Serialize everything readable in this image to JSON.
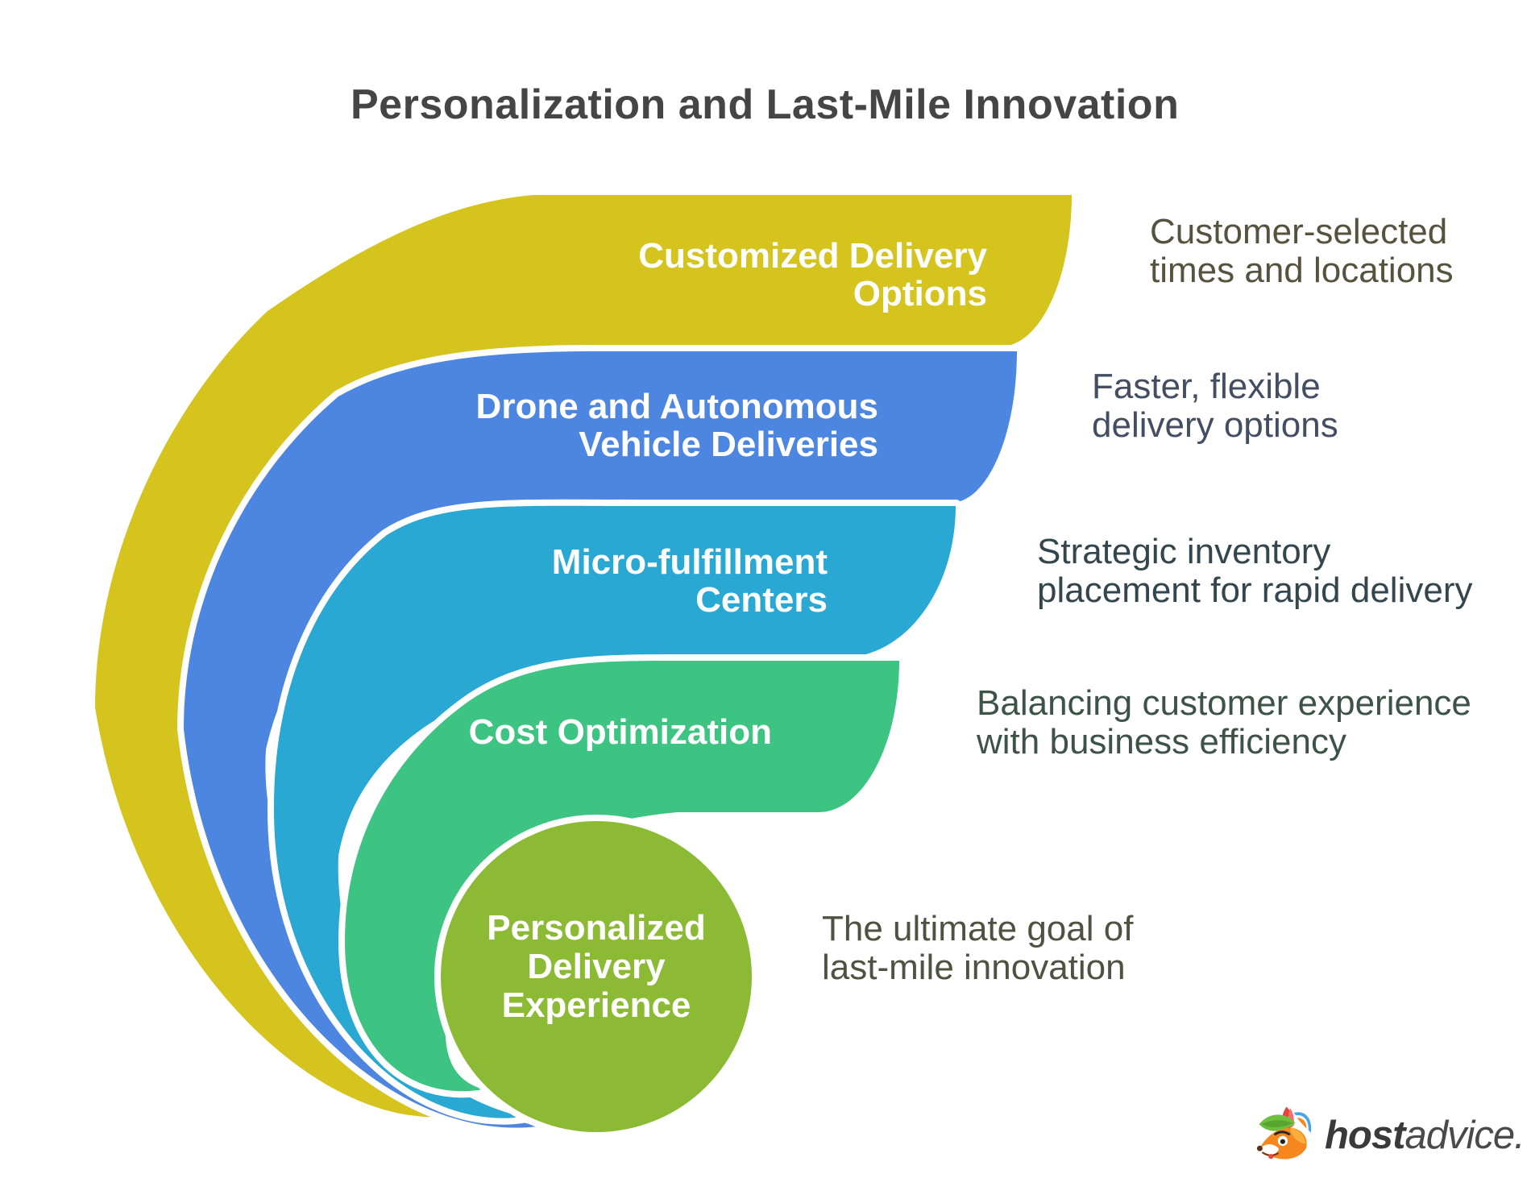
{
  "title": {
    "text": "Personalization and Last-Mile Innovation",
    "color": "#454545"
  },
  "items": [
    {
      "id": "customized-delivery-options",
      "label_lines": [
        "Customized Delivery",
        "Options"
      ],
      "desc_lines": [
        "Customer-selected",
        "times and locations"
      ],
      "color": "#d5c31e",
      "desc_color": "#55523e"
    },
    {
      "id": "drone-autonomous-deliveries",
      "label_lines": [
        "Drone and Autonomous",
        "Vehicle Deliveries"
      ],
      "desc_lines": [
        "Faster, flexible",
        "delivery options"
      ],
      "color": "#4d86e1",
      "desc_color": "#434e63"
    },
    {
      "id": "micro-fulfillment-centers",
      "label_lines": [
        "Micro-fulfillment",
        "Centers"
      ],
      "desc_lines": [
        "Strategic inventory",
        "placement for rapid delivery"
      ],
      "color": "#29a8d3",
      "desc_color": "#33464e"
    },
    {
      "id": "cost-optimization",
      "label_lines": [
        "Cost Optimization"
      ],
      "desc_lines": [
        "Balancing customer experience",
        "with business efficiency"
      ],
      "color": "#3dc482",
      "desc_color": "#3d5347"
    },
    {
      "id": "personalized-delivery-experience",
      "label_lines": [
        "Personalized",
        "Delivery",
        "Experience"
      ],
      "desc_lines": [
        "The ultimate goal of",
        "last-mile innovation"
      ],
      "color": "#8cba35",
      "desc_color": "#4d5340"
    }
  ],
  "logo": {
    "brand_bold": "host",
    "brand_rest": "advice."
  },
  "colors": {
    "background": "#ffffff",
    "gap_stroke": "#ffffff",
    "label_text": "#ffffff"
  }
}
